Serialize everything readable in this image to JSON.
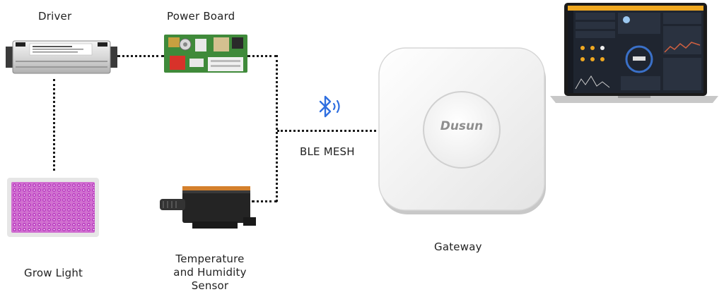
{
  "labels": {
    "driver": "Driver",
    "power_board": "Power Board",
    "ble_mesh": "BLE MESH",
    "gateway": "Gateway",
    "grow_light": "Grow Light",
    "sensor_line1": "Temperature",
    "sensor_line2": "and Humidity",
    "sensor_line3": "Sensor"
  },
  "gateway_brand": "Dusun",
  "icons": {
    "bluetooth": "bluetooth-icon",
    "driver": "driver-icon",
    "power_board": "power-board-icon",
    "grow_light": "grow-light-icon",
    "sensor": "sensor-icon",
    "gateway": "gateway-icon",
    "laptop": "laptop-icon"
  },
  "colors": {
    "bluetooth": "#2f6fe0",
    "connector": "#1a1a1a",
    "board_green": "#3f8a3a",
    "sensor_orange": "#d4802c",
    "grow_light_pink": "#e070d8"
  }
}
